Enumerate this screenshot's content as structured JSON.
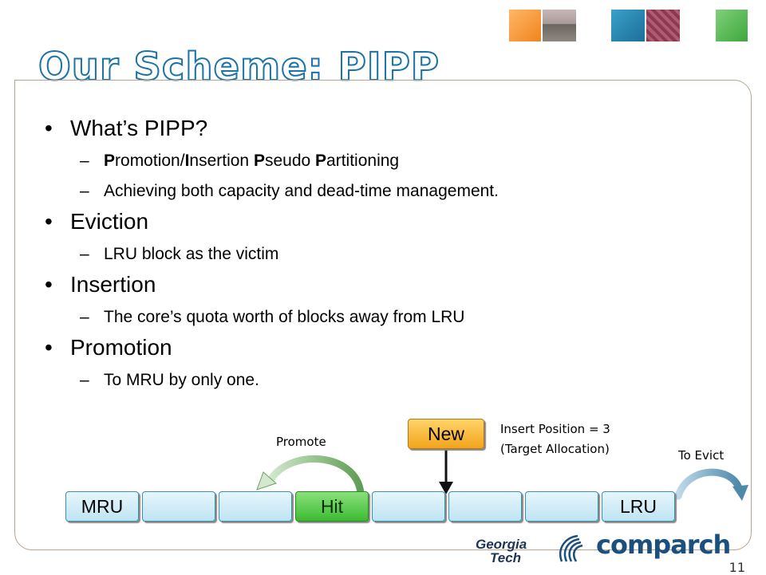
{
  "title": "Our Scheme: PIPP",
  "bullets": [
    {
      "text": "What’s PIPP?",
      "subs": [
        {
          "segments": [
            {
              "t": "P",
              "b": true
            },
            {
              "t": "romotion/",
              "b": false
            },
            {
              "t": "I",
              "b": true
            },
            {
              "t": "nsertion ",
              "b": false
            },
            {
              "t": "P",
              "b": true
            },
            {
              "t": "seudo ",
              "b": false
            },
            {
              "t": "P",
              "b": true
            },
            {
              "t": "artitioning",
              "b": false
            }
          ]
        },
        {
          "segments": [
            {
              "t": "Achieving both capacity and dead-time management.",
              "b": false
            }
          ]
        }
      ]
    },
    {
      "text": "Eviction",
      "subs": [
        {
          "segments": [
            {
              "t": "LRU block as the victim",
              "b": false
            }
          ]
        }
      ]
    },
    {
      "text": "Insertion",
      "subs": [
        {
          "segments": [
            {
              "t": "The core’s quota worth of blocks away from LRU",
              "b": false
            }
          ]
        }
      ]
    },
    {
      "text": "Promotion",
      "subs": [
        {
          "segments": [
            {
              "t": "To MRU by only one.",
              "b": false
            }
          ]
        }
      ]
    }
  ],
  "diagram": {
    "boxes": [
      "MRU",
      "",
      "",
      "Hit",
      "",
      "",
      "",
      "LRU"
    ],
    "new_label": "New",
    "promote_label": "Promote",
    "insert_line1": "Insert Position = 3",
    "insert_line2": "(Target Allocation)",
    "evict_label": "To Evict"
  },
  "logos": {
    "gt_line1": "Georgia",
    "gt_line2": "Tech",
    "comparch": "comparch"
  },
  "page_number": "11"
}
